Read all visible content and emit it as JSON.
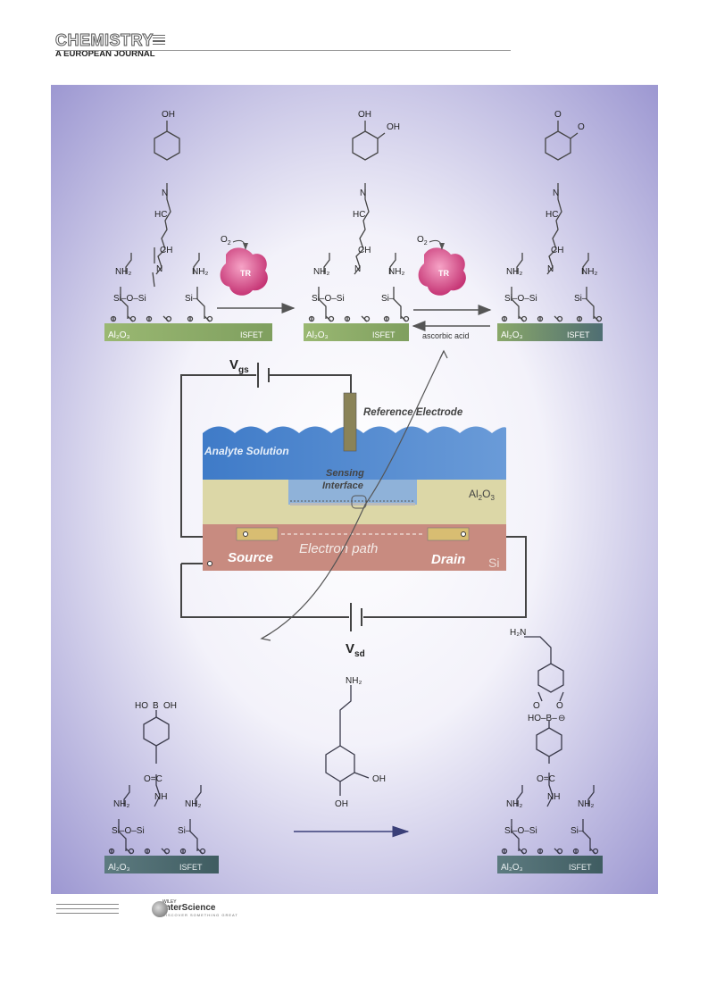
{
  "journal": {
    "title": "CHEMISTRY",
    "subtitle": "A EUROPEAN JOURNAL"
  },
  "figure": {
    "enzyme_label": "TR",
    "oxygen_label": "O2",
    "ascorbic_label": "ascorbic acid",
    "substrate_label": "Al2O3",
    "isfet_label": "ISFET",
    "vgs_label": "Vgs",
    "vsd_label": "Vsd",
    "reference_electrode": "Reference Electrode",
    "analyte_solution": "Analyte Solution",
    "sensing_interface_1": "Sensing",
    "sensing_interface_2": "Interface",
    "oxide_layer": "Al2O3",
    "electron_path": "Electron path",
    "source": "Source",
    "drain": "Drain",
    "si": "Si"
  },
  "footer": {
    "publisher_small": "WILEY",
    "publisher_brand": "InterScience",
    "publisher_tag": "DISCOVER SOMETHING GREAT"
  },
  "colors": {
    "panel_edge": "#9b97d0",
    "solution": "#4f86cc",
    "oxide": "#dcd7a7",
    "silicon": "#c88b80",
    "isfet_green": "#8fae68",
    "isfet_slate": "#4f6e73",
    "enzyme": "#d0447c"
  }
}
